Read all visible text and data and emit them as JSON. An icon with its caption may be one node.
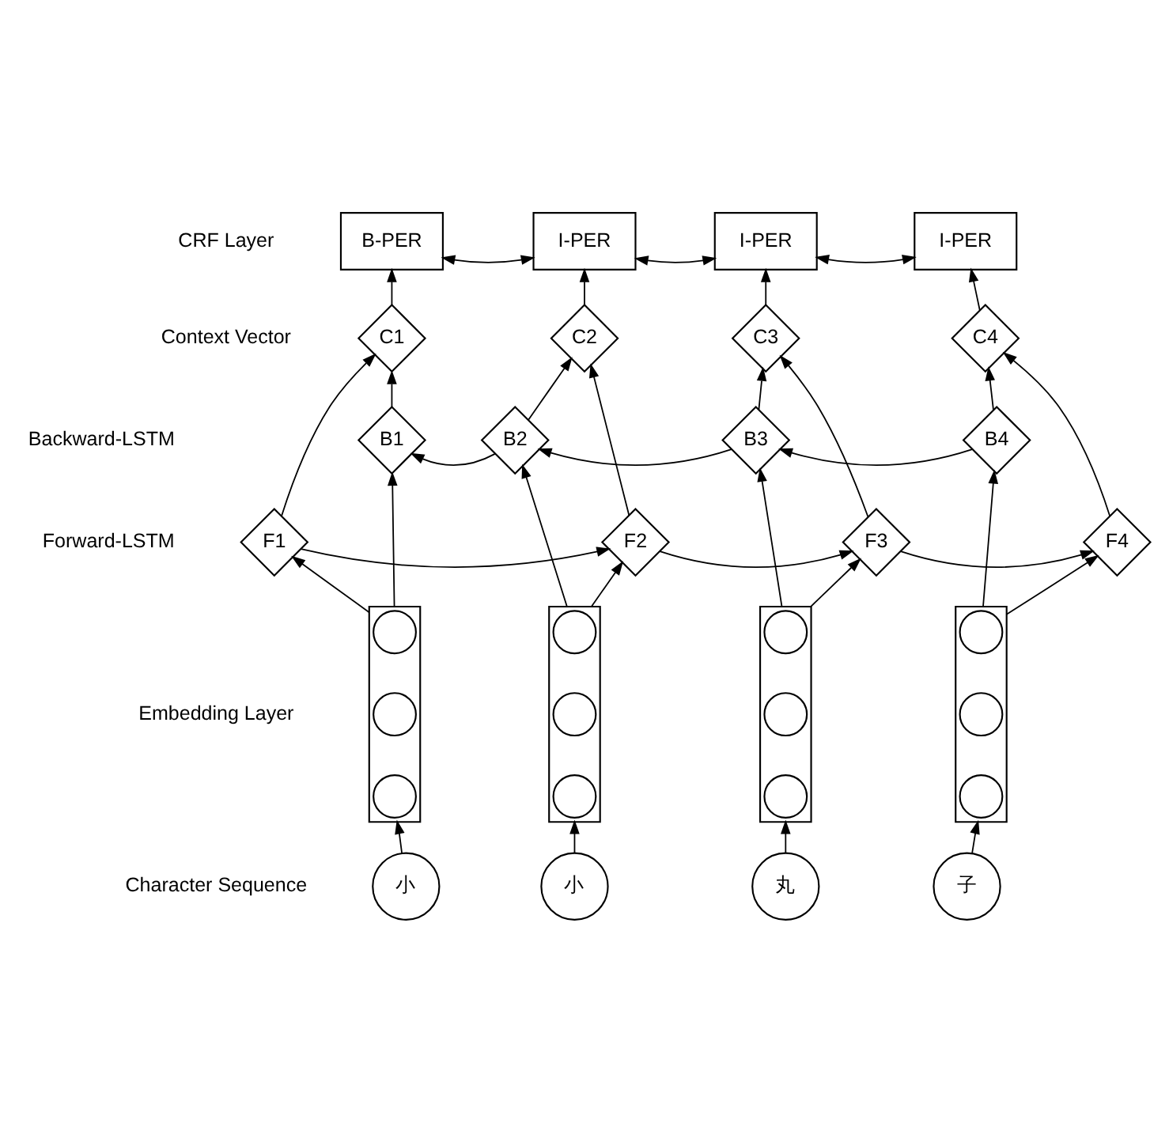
{
  "diagram": {
    "nodes": [
      {
        "text": [
          "B-PER"
        ]
      },
      {
        "text": [
          "I-PER"
        ]
      },
      {
        "text": [
          "I-PER"
        ]
      },
      {
        "text": [
          "I-PER"
        ]
      },
      {
        "text": [
          "C1"
        ]
      },
      {
        "text": [
          "C2"
        ]
      },
      {
        "text": [
          "C3"
        ]
      },
      {
        "text": [
          "C4"
        ]
      },
      {
        "text": [
          "B1"
        ]
      },
      {
        "text": [
          "B2"
        ]
      },
      {
        "text": [
          "B3"
        ]
      },
      {
        "text": [
          "B4"
        ]
      },
      {
        "text": [
          "F1"
        ]
      },
      {
        "text": [
          "F2"
        ]
      },
      {
        "text": [
          "F3"
        ]
      },
      {
        "text": [
          "F4"
        ]
      },
      {
        "text": [],
        "shape": "box"
      },
      {
        "text": [],
        "shape": "circle",
        "in": 16
      },
      {
        "text": [],
        "shape": "circle",
        "in": 16
      },
      {
        "text": [],
        "shape": "circle",
        "in": 16
      },
      {
        "text": [],
        "shape": "box"
      },
      {
        "text": [],
        "shape": "circle",
        "in": 20
      },
      {
        "text": [],
        "shape": "circle",
        "in": 20
      },
      {
        "text": [],
        "shape": "circle",
        "in": 20
      },
      {
        "text": [],
        "shape": "box"
      },
      {
        "text": [],
        "shape": "circle",
        "in": 24
      },
      {
        "text": [],
        "shape": "circle",
        "in": 24
      },
      {
        "text": [],
        "shape": "circle",
        "in": 24
      },
      {
        "text": [],
        "shape": "box"
      },
      {
        "text": [],
        "shape": "circle",
        "in": 28
      },
      {
        "text": [],
        "shape": "circle",
        "in": 28
      },
      {
        "text": [],
        "shape": "circle",
        "in": 28
      },
      {
        "text": [
          "小"
        ]
      },
      {
        "text": [
          "小"
        ]
      },
      {
        "text": [
          "丸"
        ]
      },
      {
        "text": [
          "子"
        ]
      }
    ],
    "edges": [
      {
        "from": 32,
        "to": 16,
        "arrow": "to"
      },
      {
        "from": 33,
        "to": 20,
        "arrow": "to"
      },
      {
        "from": 34,
        "to": 24,
        "arrow": "to"
      },
      {
        "from": 35,
        "to": 28,
        "arrow": "to"
      },
      {
        "from": 16,
        "to": 12,
        "arrow": "to"
      },
      {
        "from": 20,
        "to": 13,
        "arrow": "to"
      },
      {
        "from": 24,
        "to": 14,
        "arrow": "to"
      },
      {
        "from": 28,
        "to": 15,
        "arrow": "to"
      },
      {
        "from": 16,
        "to": 8,
        "arrow": "to"
      },
      {
        "from": 20,
        "to": 9,
        "arrow": "to"
      },
      {
        "from": 24,
        "to": 10,
        "arrow": "to"
      },
      {
        "from": 28,
        "to": 11,
        "arrow": "to"
      },
      {
        "from": 12,
        "to": 13,
        "arrow": "to"
      },
      {
        "from": 13,
        "to": 14,
        "arrow": "to"
      },
      {
        "from": 14,
        "to": 15,
        "arrow": "to"
      },
      {
        "from": 12,
        "to": 4,
        "arrow": "to"
      },
      {
        "from": 13,
        "to": 5,
        "arrow": "to"
      },
      {
        "from": 14,
        "to": 6,
        "arrow": "to"
      },
      {
        "from": 15,
        "to": 7,
        "arrow": "to"
      },
      {
        "from": 11,
        "to": 10,
        "arrow": "to"
      },
      {
        "from": 10,
        "to": 9,
        "arrow": "to"
      },
      {
        "from": 9,
        "to": 8,
        "arrow": "to"
      },
      {
        "from": 8,
        "to": 4,
        "arrow": "to"
      },
      {
        "from": 9,
        "to": 5,
        "arrow": "to"
      },
      {
        "from": 10,
        "to": 6,
        "arrow": "to"
      },
      {
        "from": 11,
        "to": 7,
        "arrow": "to"
      },
      {
        "from": 4,
        "to": 0,
        "arrow": "to"
      },
      {
        "from": 5,
        "to": 1,
        "arrow": "to"
      },
      {
        "from": 6,
        "to": 2,
        "arrow": "to"
      },
      {
        "from": 7,
        "to": 3,
        "arrow": "to"
      },
      {
        "from": 0,
        "to": 1,
        "arrow": "both"
      },
      {
        "from": 1,
        "to": 2,
        "arrow": "both"
      },
      {
        "from": 2,
        "to": 3,
        "arrow": "both"
      }
    ],
    "labels": [
      "CRF Layer",
      "Context Vector",
      "Backward-LSTM",
      "Forward-LSTM",
      "Embedding Layer",
      "Character Sequence"
    ]
  }
}
